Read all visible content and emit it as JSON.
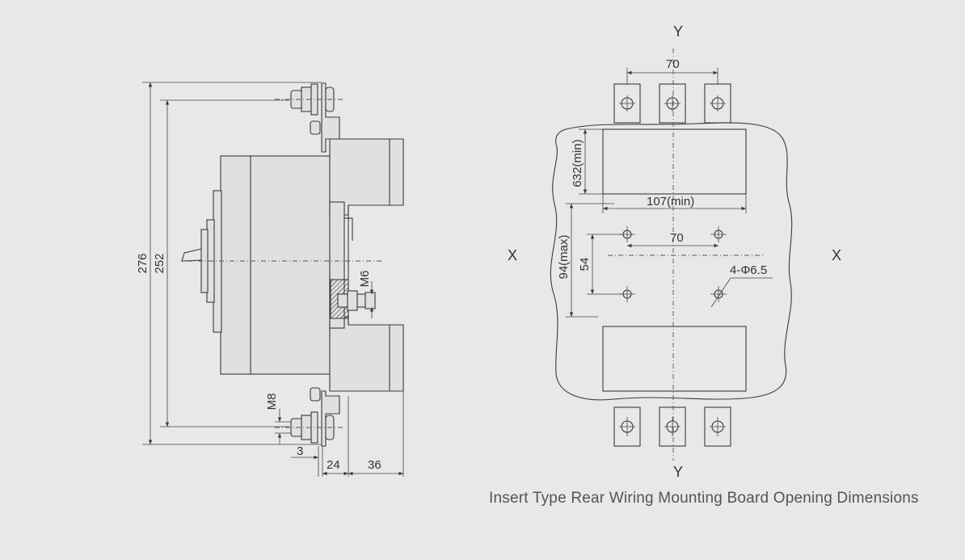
{
  "side_view": {
    "dim_276": "276",
    "dim_252": "252",
    "dim_m8": "M8",
    "dim_m6": "M6",
    "dim_3": "3",
    "dim_24": "24",
    "dim_36": "36"
  },
  "opening_view": {
    "axis_y_top": "Y",
    "axis_y_bottom": "Y",
    "axis_x_left": "X",
    "axis_x_right": "X",
    "dim_70_top": "70",
    "dim_632": "632(min)",
    "dim_107": "107(min)",
    "dim_70_mid": "70",
    "dim_94": "94(max)",
    "dim_54": "54",
    "holes": "4-Φ6.5"
  },
  "caption": "Insert Type Rear Wiring Mounting Board Opening Dimensions"
}
